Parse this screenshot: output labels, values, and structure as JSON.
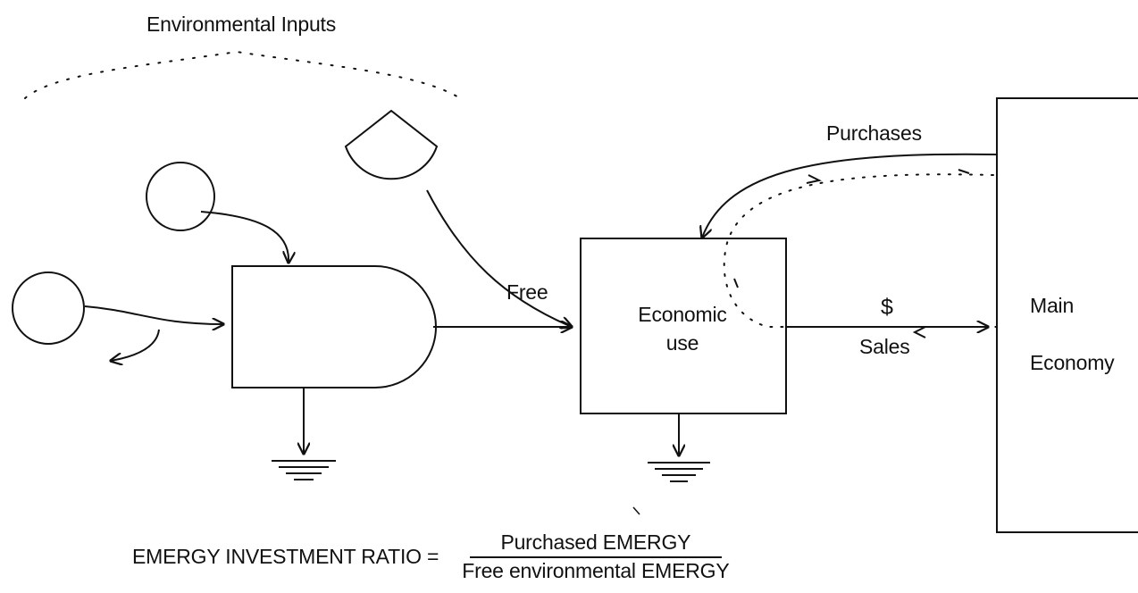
{
  "labels": {
    "environmental_inputs": "Environmental Inputs",
    "purchases": "Purchases",
    "free": "Free",
    "economic_use_line1": "Economic",
    "economic_use_line2": "use",
    "dollar": "$",
    "sales": "Sales",
    "main_economy_line1": "Main",
    "main_economy_line2": "Economy"
  },
  "formula": {
    "label": "EMERGY INVESTMENT RATIO =",
    "numerator": "Purchased EMERGY",
    "denominator": "Free environmental EMERGY"
  }
}
